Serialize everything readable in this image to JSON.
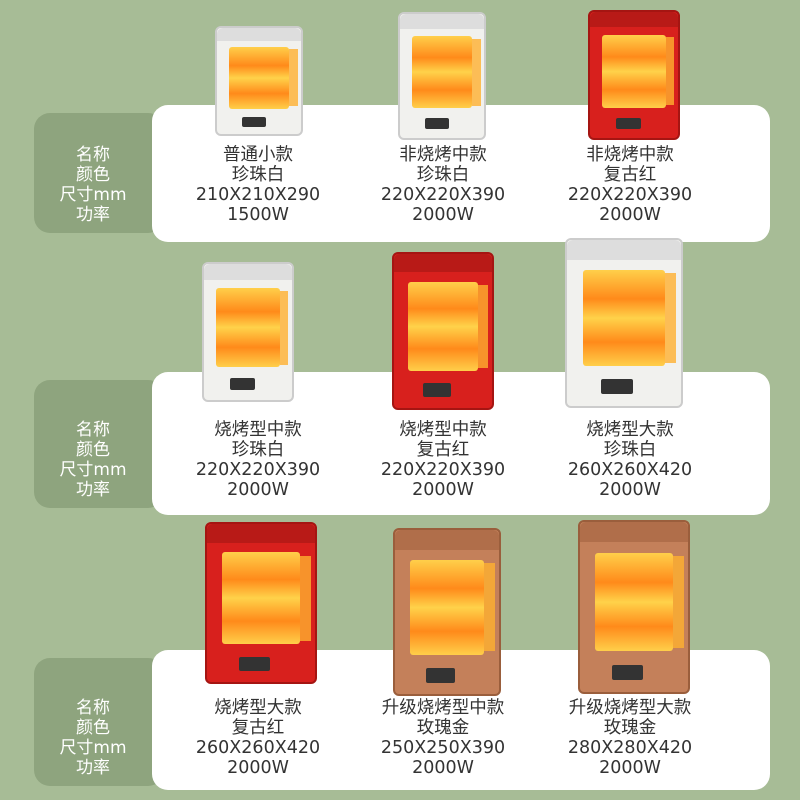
{
  "labels": [
    "名称",
    "颜色",
    "尺寸mm",
    "功率"
  ],
  "products": [
    {
      "name": "普通小款",
      "color": "珍珠白",
      "size": "210X210X290",
      "power": "1500W",
      "finish": "white"
    },
    {
      "name": "非烧烤中款",
      "color": "珍珠白",
      "size": "220X220X390",
      "power": "2000W",
      "finish": "white"
    },
    {
      "name": "非烧烤中款",
      "color": "复古红",
      "size": "220X220X390",
      "power": "2000W",
      "finish": "red"
    },
    {
      "name": "烧烤型中款",
      "color": "珍珠白",
      "size": "220X220X390",
      "power": "2000W",
      "finish": "white"
    },
    {
      "name": "烧烤型中款",
      "color": "复古红",
      "size": "220X220X390",
      "power": "2000W",
      "finish": "red"
    },
    {
      "name": "烧烤型大款",
      "color": "珍珠白",
      "size": "260X260X420",
      "power": "2000W",
      "finish": "white"
    },
    {
      "name": "烧烤型大款",
      "color": "复古红",
      "size": "260X260X420",
      "power": "2000W",
      "finish": "red"
    },
    {
      "name": "升级烧烤型中款",
      "color": "玫瑰金",
      "size": "250X250X390",
      "power": "2000W",
      "finish": "rose"
    },
    {
      "name": "升级烧烤型大款",
      "color": "玫瑰金",
      "size": "280X280X420",
      "power": "2000W",
      "finish": "rose"
    }
  ]
}
